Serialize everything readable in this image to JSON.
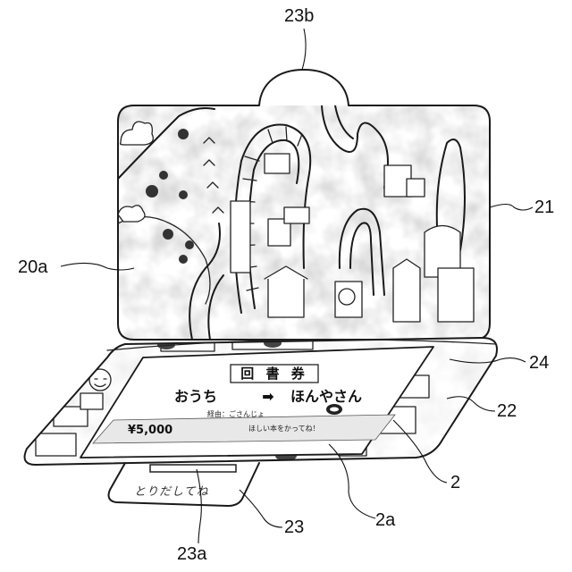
{
  "labels": {
    "ref_23b": "23b",
    "ref_21": "21",
    "ref_20a": "20a",
    "ref_24": "24",
    "ref_22": "22",
    "ref_2": "2",
    "ref_23": "23",
    "ref_2a": "2a",
    "ref_23a": "23a"
  },
  "ticket": {
    "title": "回 書 券",
    "from": "おうち",
    "arrow": "➡",
    "to": "ほんやさん",
    "via": "経由：ごさんじょ",
    "price": "¥5,000",
    "note": "ほしい本をかってね！"
  },
  "tab": {
    "text": "とりだしてね"
  },
  "colors": {
    "ink": "#1a1a1a",
    "wash": "#cfcfcf",
    "paper": "#ffffff"
  }
}
